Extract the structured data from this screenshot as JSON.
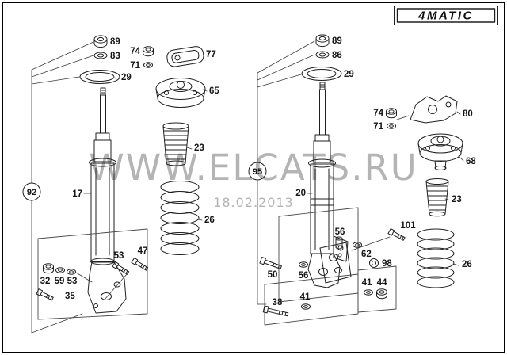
{
  "badge": {
    "label": "4MATIC"
  },
  "watermark": {
    "site": "WWW.ELCATS.RU",
    "date": "18.02.2013"
  },
  "left": {
    "callout": "92",
    "labels": {
      "nut_top": "89",
      "washer_top": "83",
      "nut_small": "74",
      "washer_small": "71",
      "plate": "77",
      "ring": "29",
      "mount": "65",
      "boot": "23",
      "strut": "17",
      "spring": "26",
      "bolt_a": "53",
      "bolt_b": "47",
      "nut_lower": "32",
      "washer_lower_a": "59",
      "washer_lower_b": "53",
      "bolt_lower": "35"
    }
  },
  "right": {
    "callout": "95",
    "labels": {
      "nut_top": "89",
      "washer_top": "86",
      "ring": "29",
      "nut_small": "74",
      "washer_small": "71",
      "bracket": "80",
      "mount": "68",
      "boot": "23",
      "strut": "20",
      "spring": "26",
      "bolt_101": "101",
      "stud": "56",
      "washer_62": "62",
      "bushing": "98",
      "bolt_50": "50",
      "washer_56": "56",
      "washer_41": "41",
      "nut_44": "44",
      "bolt_38": "38",
      "washer_41b": "41"
    }
  }
}
